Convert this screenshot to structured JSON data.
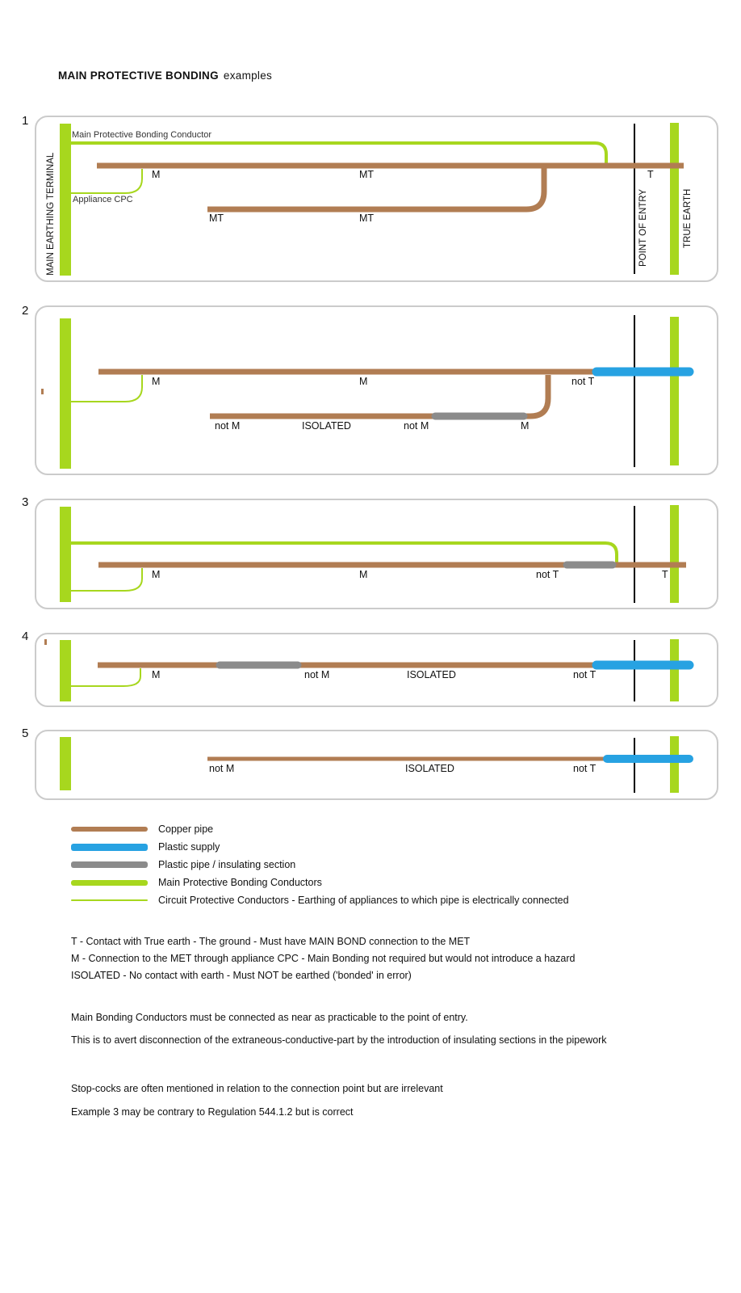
{
  "title": {
    "main": "MAIN PROTECTIVE BONDING",
    "sub": "examples"
  },
  "colors": {
    "copper_pipe": "#b17d53",
    "plastic_supply": "#27a2e2",
    "insulating_section": "#8b8b8b",
    "bonding_conductor_green": "#a7d71e",
    "point_of_entry_line": "#000000",
    "panel_border": "#cbcbcb"
  },
  "panels": {
    "p1": {
      "number": "1",
      "met_label": "MAIN  EARTHING  TERMINAL",
      "bonding_conductor_label": "Main Protective Bonding Conductor",
      "appliance_cpc_label": "Appliance CPC",
      "poe_label": "POINT OF ENTRY",
      "true_earth_label": "TRUE EARTH",
      "pipe1": {
        "m": "M",
        "mt": "MT",
        "t": "T"
      },
      "pipe2": {
        "mt1": "MT",
        "mt2": "MT"
      }
    },
    "p2": {
      "number": "2",
      "pipe1": {
        "m1": "M",
        "m2": "M",
        "not_t": "not T"
      },
      "pipe2": {
        "not_m1": "not M",
        "isolated": "ISOLATED",
        "not_m2": "not M",
        "m": "M"
      }
    },
    "p3": {
      "number": "3",
      "pipe": {
        "m1": "M",
        "m2": "M",
        "not_t": "not T",
        "t": "T"
      }
    },
    "p4": {
      "number": "4",
      "pipe": {
        "m": "M",
        "not_m": "not M",
        "isolated": "ISOLATED",
        "not_t": "not T"
      }
    },
    "p5": {
      "number": "5",
      "pipe": {
        "not_m": "not M",
        "isolated": "ISOLATED",
        "not_t": "not T"
      }
    }
  },
  "legend": {
    "items": [
      {
        "swatch": "copper-pipe",
        "label": "Copper pipe"
      },
      {
        "swatch": "plastic-supply",
        "label": "Plastic supply"
      },
      {
        "swatch": "insulating-section",
        "label": "Plastic pipe / insulating section"
      },
      {
        "swatch": "main-bonding-conductor",
        "label": "Main Protective Bonding Conductors"
      },
      {
        "swatch": "circuit-protective-conductor",
        "label": "Circuit Protective Conductors - Earthing of appliances to which pipe is electrically connected"
      }
    ]
  },
  "key": [
    "T - Contact with True earth - The ground  - Must have MAIN BOND connection to the MET",
    "M - Connection to the MET through appliance CPC  - Main Bonding not required but would not introduce a hazard",
    "ISOLATED - No contact with earth  - Must NOT be earthed ('bonded' in error)"
  ],
  "notes": [
    "Main Bonding Conductors must be connected as near as practicable to the point of entry.",
    "This is to avert disconnection of the extraneous-conductive-part by the introduction of  insulating sections in the pipework",
    "Stop-cocks are often mentioned in relation to the connection point but are irrelevant",
    "Example 3 may be contrary to Regulation 544.1.2 but is correct"
  ]
}
